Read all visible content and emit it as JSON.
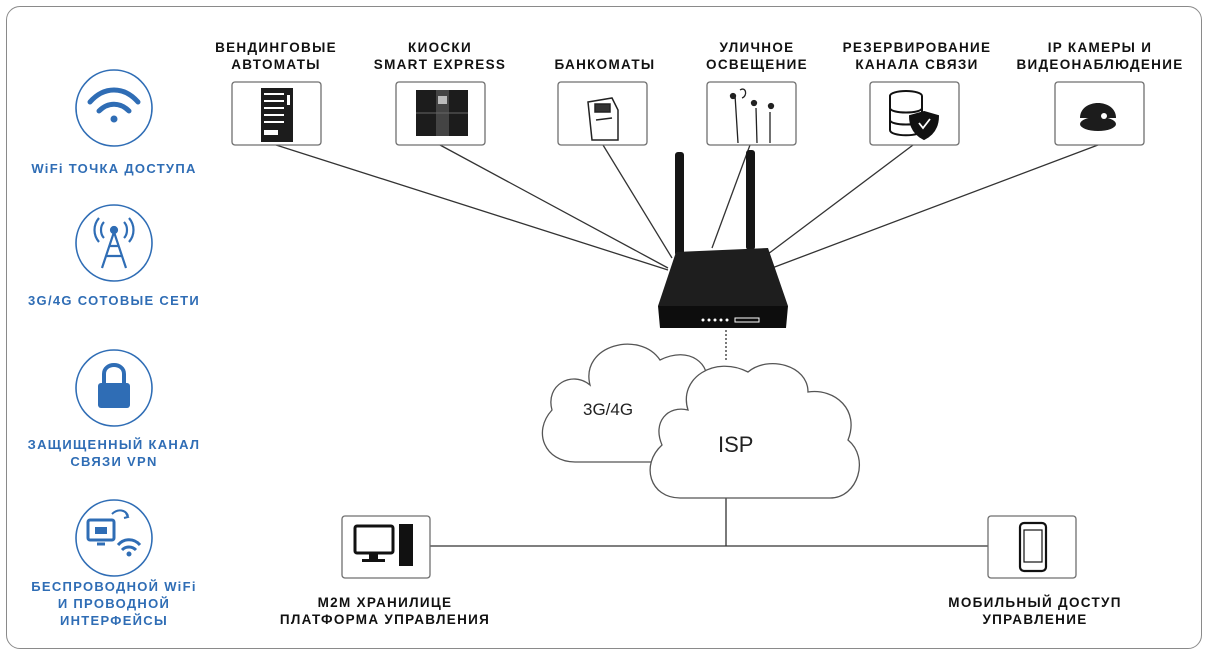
{
  "features": [
    {
      "label": "WiFi ТОЧКА ДОСТУПА",
      "icon": "wifi-icon"
    },
    {
      "label": "3G/4G СОТОВЫЕ СЕТИ",
      "icon": "cell-tower-icon"
    },
    {
      "line1": "ЗАЩИЩЕННЫЙ КАНАЛ",
      "line2": "СВЯЗИ VPN",
      "icon": "padlock-icon"
    },
    {
      "line1": "БЕСПРОВОДНОЙ WiFi",
      "line2": "И ПРОВОДНОЙ",
      "line3": "ИНТЕРФЕЙСЫ",
      "icon": "wired-wireless-icon"
    }
  ],
  "devices": [
    {
      "line1": "ВЕНДИНГОВЫЕ",
      "line2": "АВТОМАТЫ",
      "icon": "vending-machine-icon"
    },
    {
      "line1": "КИОСКИ",
      "line2": "SMART EXPRESS",
      "icon": "kiosk-icon"
    },
    {
      "line1": "БАНКОМАТЫ",
      "icon": "atm-icon"
    },
    {
      "line1": "УЛИЧНОЕ",
      "line2": "ОСВЕЩЕНИЕ",
      "icon": "street-light-icon"
    },
    {
      "line1": "РЕЗЕРВИРОВАНИЕ",
      "line2": "КАНАЛА СВЯЗИ",
      "icon": "database-shield-icon"
    },
    {
      "line1": "IP КАМЕРЫ И",
      "line2": "ВИДЕОНАБЛЮДЕНИЕ",
      "icon": "dome-camera-icon"
    }
  ],
  "clouds": {
    "cellular": "3G/4G",
    "isp": "ISP"
  },
  "router": {
    "icon": "router-icon"
  },
  "endpoints": {
    "m2m": {
      "line1": "M2M ХРАНИЛИЦЕ",
      "line2": "ПЛАТФОРМА УПРАВЛЕНИЯ",
      "icon": "desktop-computer-icon"
    },
    "mobile": {
      "line1": "МОБИЛЬНЫЙ ДОСТУП",
      "line2": "УПРАВЛЕНИЕ",
      "icon": "smartphone-icon"
    }
  },
  "colors": {
    "accent": "#2f6db5",
    "line": "#333333",
    "border": "#8a8a8a"
  }
}
